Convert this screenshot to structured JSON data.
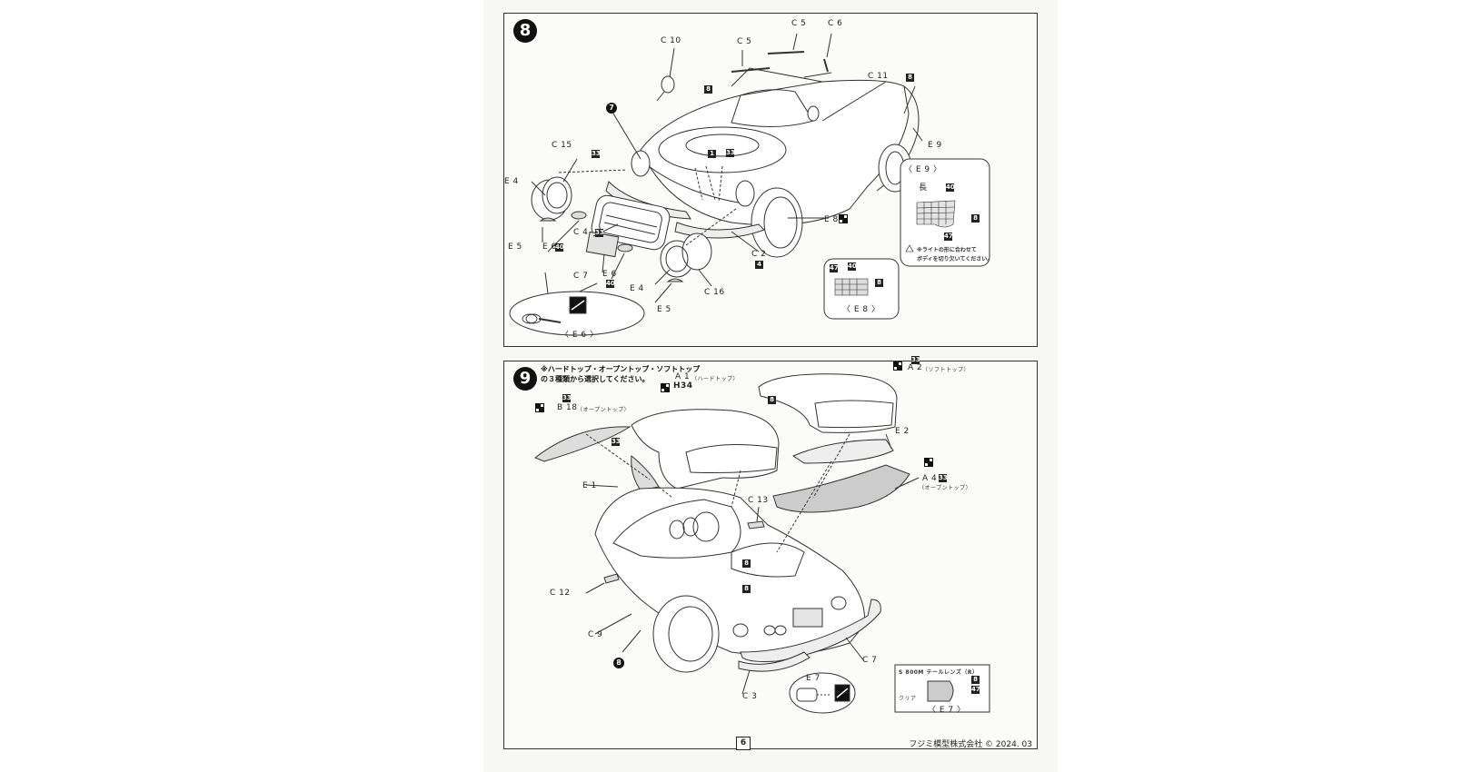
{
  "document": {
    "page_number": "6",
    "copyright": "フジミ模型株式会社 © 2024. 03"
  },
  "step8": {
    "number": "8",
    "parts": {
      "C10": "C 10",
      "C5": "C 5",
      "C6": "C 6",
      "C11": "C 11",
      "C15": "C 15",
      "E4a": "E 4",
      "E5a": "E 5",
      "E6a": "E 6",
      "C4": "C 4",
      "C7": "C 7",
      "E6b": "E 6",
      "E4b": "E 4",
      "E5b": "E 5",
      "C16": "C 16",
      "C2": "C 2",
      "E8": "E 8",
      "E9": "E 9"
    },
    "paint_codes": {
      "p8_top": "8",
      "p33_a": "33",
      "p1": "1",
      "p33_b": "33",
      "p33_c": "33",
      "p8_right": "8",
      "p4": "4",
      "p40_e6a": "40",
      "p40_e6b": "40",
      "ref7": "7"
    },
    "inset_e6": {
      "label": "〈 E 6 〉"
    },
    "inset_e8": {
      "label": "〈 E 8 〉",
      "codes": [
        "47",
        "40",
        "8"
      ]
    },
    "inset_e9": {
      "label": "〈 E 9 〉",
      "long_mark": "長",
      "codes": [
        "40",
        "8",
        "47"
      ],
      "warning": "※ライトの形に合わせて\nボディを切り欠いてください。"
    }
  },
  "step9": {
    "number": "9",
    "note_line1": "※ハードトップ・オープントップ・ソフトトップ",
    "note_line2": "の３種類から選択してください。",
    "h34": "H34",
    "parts": {
      "A1": "A 1",
      "A1_note": "（ハードトップ）",
      "A2": "A 2",
      "A2_note": "（ソフトトップ）",
      "B18": "B 18",
      "B18_note": "（オープントップ）",
      "E1": "E 1",
      "E2": "E 2",
      "A4": "A 4",
      "A4_note": "（オープントップ）",
      "C13": "C 13",
      "C12": "C 12",
      "C9": "C 9",
      "C7": "C 7",
      "C3": "C 3",
      "E7": "E 7"
    },
    "paint_codes": {
      "p33_b18": "33",
      "p33_a1": "33",
      "p8_hard": "8",
      "p33_a2": "33",
      "p33_a4": "33",
      "p8_body": "8",
      "p8_rear": "8",
      "ref8": "8"
    },
    "inset_e7": {
      "title": "S 800M テールレンズ（R）",
      "clear": "クリア",
      "label": "〈 E 7 〉",
      "codes": [
        "8",
        "47"
      ]
    }
  }
}
